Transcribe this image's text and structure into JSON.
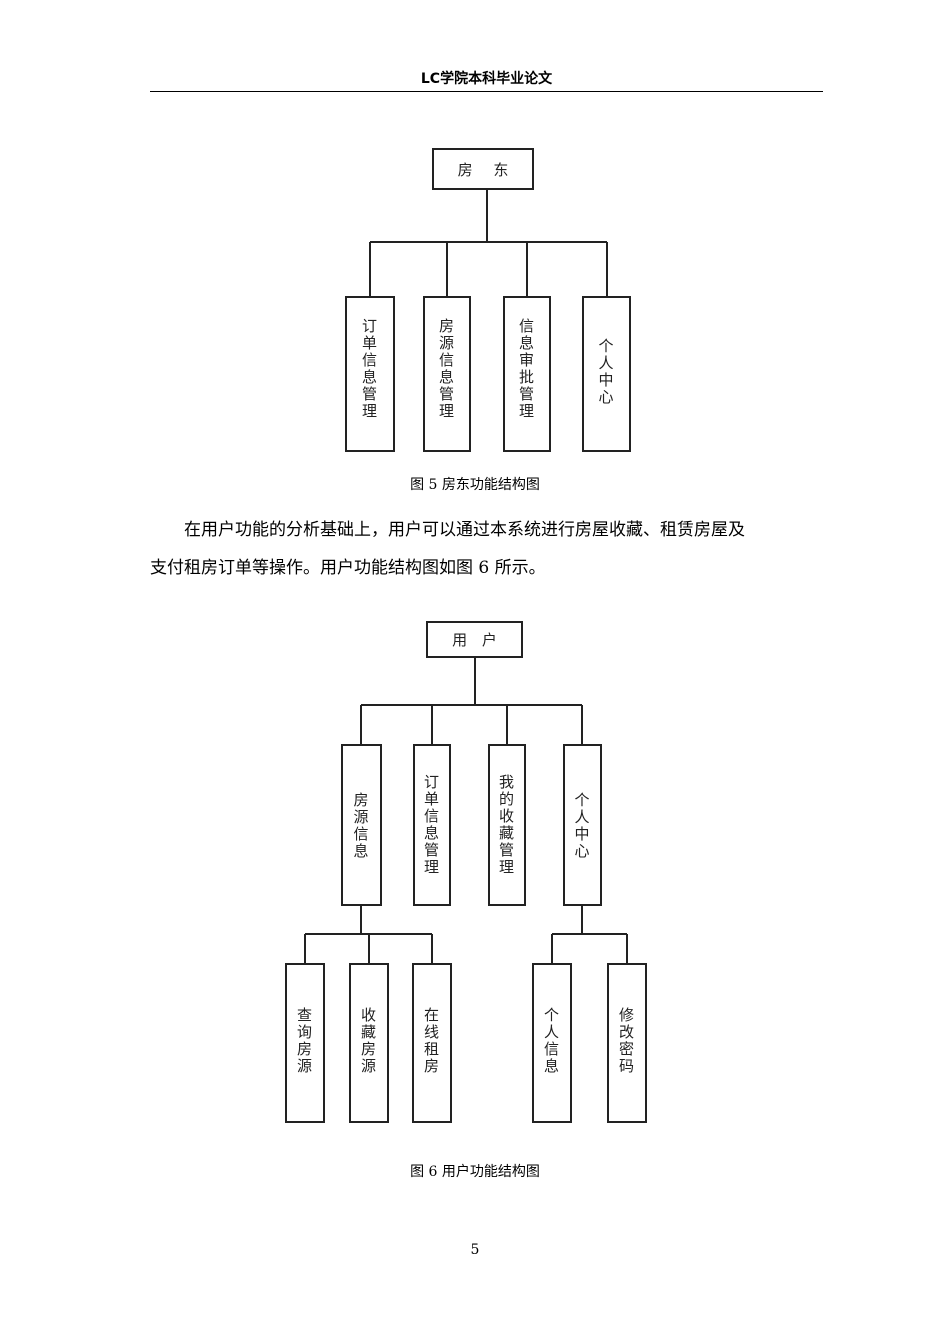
{
  "header": {
    "title": "LC学院本科毕业论文"
  },
  "figure5": {
    "root": "房 东",
    "children": [
      "订单信息管理",
      "房源信息管理",
      "信息审批管理",
      "个人中心"
    ],
    "caption": "图 5  房东功能结构图"
  },
  "paragraph": {
    "line1": "在用户功能的分析基础上，用户可以通过本系统进行房屋收藏、租赁房屋及",
    "line2": "支付租房订单等操作。用户功能结构图如图 6 所示。"
  },
  "figure6": {
    "root": "用 户",
    "children": [
      "房源信息",
      "订单信息管理",
      "我的收藏管理",
      "个人中心"
    ],
    "house_sub": [
      "查询房源",
      "收藏房源",
      "在线租房"
    ],
    "center_sub": [
      "个人信息",
      "修改密码"
    ],
    "caption": "图 6  用户功能结构图"
  },
  "page_number": "5"
}
